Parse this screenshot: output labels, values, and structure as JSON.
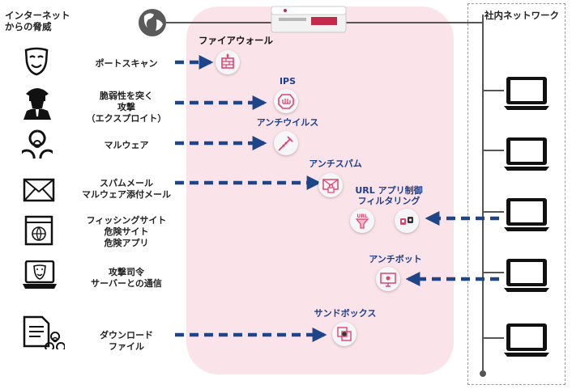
{
  "internet_header": "インターネット\nからの脅威",
  "lan_header": "社内ネットワーク",
  "firewall_label": "ファイアウォール",
  "threats": [
    {
      "icon": "mask-icon",
      "label": "ポートスキャン"
    },
    {
      "icon": "hacker-icon",
      "label": "脆弱性を突く\n攻撃\n（エクスプロイト）"
    },
    {
      "icon": "biohazard-icon",
      "label": "マルウェア"
    },
    {
      "icon": "envelope-icon",
      "label": "スパムメール\nマルウェア添付メール"
    },
    {
      "icon": "browser-globe-icon",
      "label": "フィッシングサイト\n危険サイト\n危険アプリ"
    },
    {
      "icon": "laptop-mask-icon",
      "label": "攻撃司令\nサーバーとの通信"
    },
    {
      "icon": "document-biohazard-icon",
      "label": "ダウンロード\nファイル"
    }
  ],
  "functions": [
    {
      "icon": "firewall-icon",
      "label": ""
    },
    {
      "icon": "ips-icon",
      "label": "IPS"
    },
    {
      "icon": "antivirus-icon",
      "label": "アンチウイルス"
    },
    {
      "icon": "antispam-icon",
      "label": "アンチスパム"
    },
    {
      "icon": "url-filter-icon",
      "label": "URL アプリ制御\nフィルタリング"
    },
    {
      "icon": "app-control-icon",
      "label": ""
    },
    {
      "icon": "antibot-icon",
      "label": "アンチボット"
    },
    {
      "icon": "sandbox-icon",
      "label": "サンドボックス"
    }
  ],
  "colors": {
    "arrow": "#1f4589",
    "zone": "#fbe3ea",
    "accent": "#e0436f",
    "line": "#555555"
  }
}
